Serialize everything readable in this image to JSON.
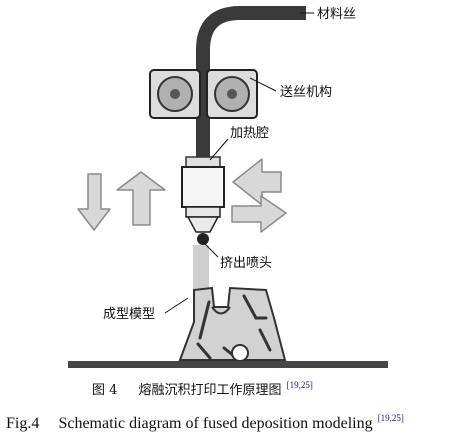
{
  "labels": {
    "filament": "材料丝",
    "feed_mechanism": "送丝机构",
    "heating_chamber": "加热腔",
    "nozzle": "挤出喷头",
    "formed_model": "成型模型"
  },
  "caption": {
    "cn_prefix": "图 4",
    "cn_text": "熔融沉积打印工作原理图",
    "cn_cite": "[19,25]",
    "en_prefix": "Fig.4",
    "en_text": "Schematic diagram of fused deposition modeling",
    "en_cite": "[19,25]"
  },
  "colors": {
    "filament": "#3a3a3a",
    "roller_box": "#dcdcdc",
    "roller_fill": "#b0b0b0",
    "arrow_fill": "#d8d8d8",
    "arrow_stroke": "#8a8a8a",
    "model_fill": "#d2d2d2",
    "platform": "#454545",
    "cite": "#1a1aa8"
  }
}
